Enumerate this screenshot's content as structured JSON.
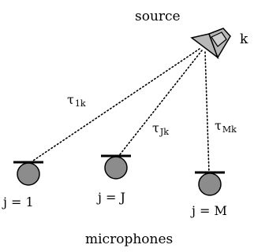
{
  "source": {
    "label": "source",
    "index_label": "k"
  },
  "delays": [
    {
      "symbol": "τ",
      "subscript": "1k"
    },
    {
      "symbol": "τ",
      "subscript": "Jk"
    },
    {
      "symbol": "τ",
      "subscript": "Mk"
    }
  ],
  "microphones": {
    "label": "microphones",
    "items": [
      {
        "label": "j = 1"
      },
      {
        "label": "j = J"
      },
      {
        "label": "j = M"
      }
    ]
  },
  "colors": {
    "mic_fill": "#8c8c8c",
    "speaker_fill": "#b8b8b8",
    "stroke": "#000000"
  }
}
